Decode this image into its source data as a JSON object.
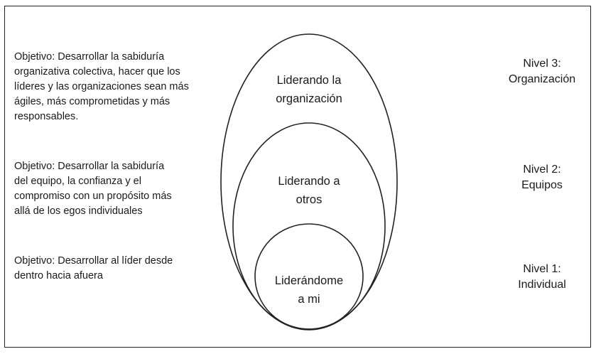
{
  "objectives": [
    {
      "text": "Objetivo: Desarrollar la sabiduría\norganizativa colectiva, hacer que los\nlíderes y las organizaciones sean más\nágiles, más comprometidas y más\nresponsables."
    },
    {
      "text": "Objetivo: Desarrollar la sabiduría\ndel equipo, la confianza y el\ncompromiso con un propósito más\nallá de los egos individuales"
    },
    {
      "text": "Objetivo: Desarrollar al líder desde\ndentro hacia afuera"
    }
  ],
  "ellipses": [
    {
      "line1": "Liderando la",
      "line2": "organización"
    },
    {
      "line1": "Liderando a",
      "line2": "otros"
    },
    {
      "line1": "Liderándome",
      "line2": "a mi"
    }
  ],
  "levels": [
    {
      "text": "Nivel 3:\nOrganización"
    },
    {
      "text": "Nivel 2:\nEquipos"
    },
    {
      "text": "Nivel 1:\nIndividual"
    }
  ]
}
